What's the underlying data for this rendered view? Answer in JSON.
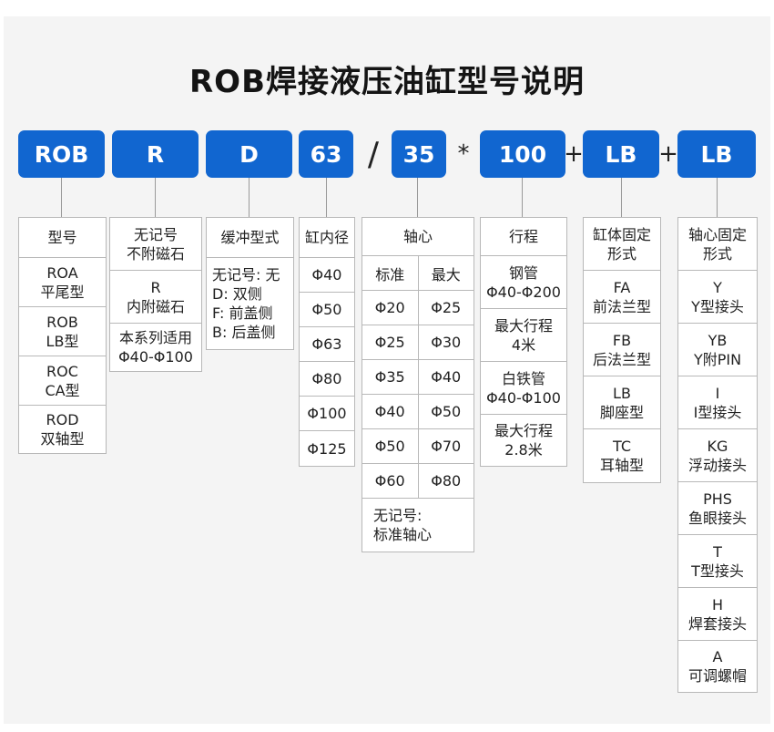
{
  "title": "ROB焊接液压油缸型号说明",
  "codes": {
    "series": "ROB",
    "magnet": "R",
    "cushion": "D",
    "bore": "63",
    "slash": "/",
    "rod": "35",
    "times": "*",
    "stroke": "100",
    "plus1": "+",
    "body_mount": "LB",
    "plus2": "+",
    "rod_mount": "LB"
  },
  "model": {
    "header": "型号",
    "items": [
      {
        "code": "ROA",
        "desc": "平尾型"
      },
      {
        "code": "ROB",
        "desc": "LB型"
      },
      {
        "code": "ROC",
        "desc": "CA型"
      },
      {
        "code": "ROD",
        "desc": "双轴型"
      }
    ]
  },
  "magnet": {
    "header1": "无记号",
    "header2": "不附磁石",
    "r_code": "R",
    "r_desc": "内附磁石",
    "note1": "本系列适用",
    "note2": "Φ40-Φ100"
  },
  "cushion": {
    "header": "缓冲型式",
    "lines": [
      "无记号: 无",
      "D: 双侧",
      "F: 前盖侧",
      "B: 后盖侧"
    ]
  },
  "bore": {
    "header": "缸内径",
    "values": [
      "Φ40",
      "Φ50",
      "Φ63",
      "Φ80",
      "Φ100",
      "Φ125"
    ]
  },
  "rod": {
    "header": "轴心",
    "sub_standard": "标准",
    "sub_max": "最大",
    "rows": [
      {
        "standard": "Φ20",
        "max": "Φ25"
      },
      {
        "standard": "Φ25",
        "max": "Φ30"
      },
      {
        "standard": "Φ35",
        "max": "Φ40"
      },
      {
        "standard": "Φ40",
        "max": "Φ50"
      },
      {
        "standard": "Φ50",
        "max": "Φ70"
      },
      {
        "standard": "Φ60",
        "max": "Φ80"
      }
    ],
    "note1": "无记号:",
    "note2": "标准轴心"
  },
  "stroke": {
    "header": "行程",
    "steel_1": "钢管",
    "steel_2": "Φ40-Φ200",
    "steel_max_1": "最大行程",
    "steel_max_2": "4米",
    "white_1": "白铁管",
    "white_2": "Φ40-Φ100",
    "white_max_1": "最大行程",
    "white_max_2": "2.8米"
  },
  "body_mount": {
    "header1": "缸体固定",
    "header2": "形式",
    "items": [
      {
        "code": "FA",
        "desc": "前法兰型"
      },
      {
        "code": "FB",
        "desc": "后法兰型"
      },
      {
        "code": "LB",
        "desc": "脚座型"
      },
      {
        "code": "TC",
        "desc": "耳轴型"
      }
    ]
  },
  "rod_mount": {
    "header1": "轴心固定",
    "header2": "形式",
    "items": [
      {
        "code": "Y",
        "desc": "Y型接头"
      },
      {
        "code": "YB",
        "desc": "Y附PIN"
      },
      {
        "code": "I",
        "desc": "I型接头"
      },
      {
        "code": "KG",
        "desc": "浮动接头"
      },
      {
        "code": "PHS",
        "desc": "鱼眼接头"
      },
      {
        "code": "T",
        "desc": "T型接头"
      },
      {
        "code": "H",
        "desc": "焊套接头"
      },
      {
        "code": "A",
        "desc": "可调螺帽"
      }
    ]
  }
}
